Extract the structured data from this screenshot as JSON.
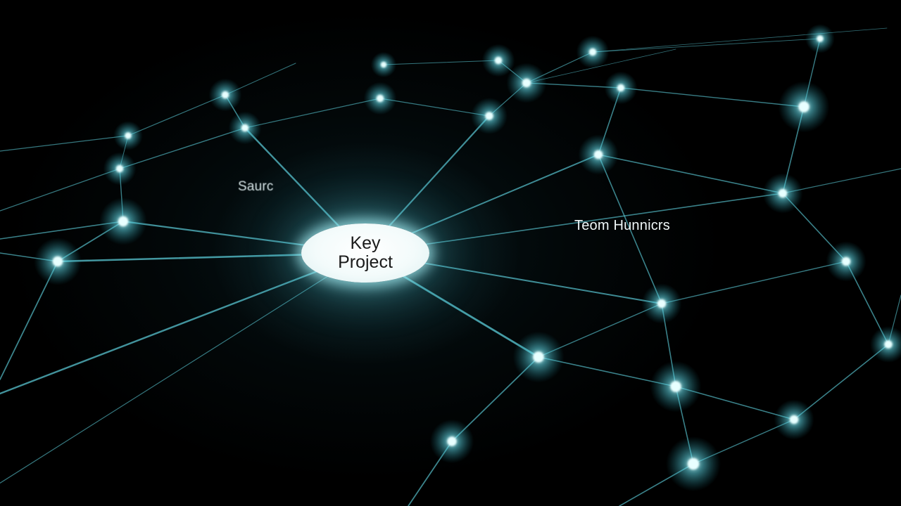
{
  "diagram": {
    "hub": {
      "line1": "Key",
      "line2": "Project"
    },
    "labels": {
      "left": "Saurc",
      "right": "Teom Hunnicrs"
    },
    "colors": {
      "background": "#000000",
      "edge": "#5fd3e0",
      "node": "#e8ffff",
      "hub_fill": "#ffffff",
      "hub_text": "#1a1a1a"
    }
  }
}
